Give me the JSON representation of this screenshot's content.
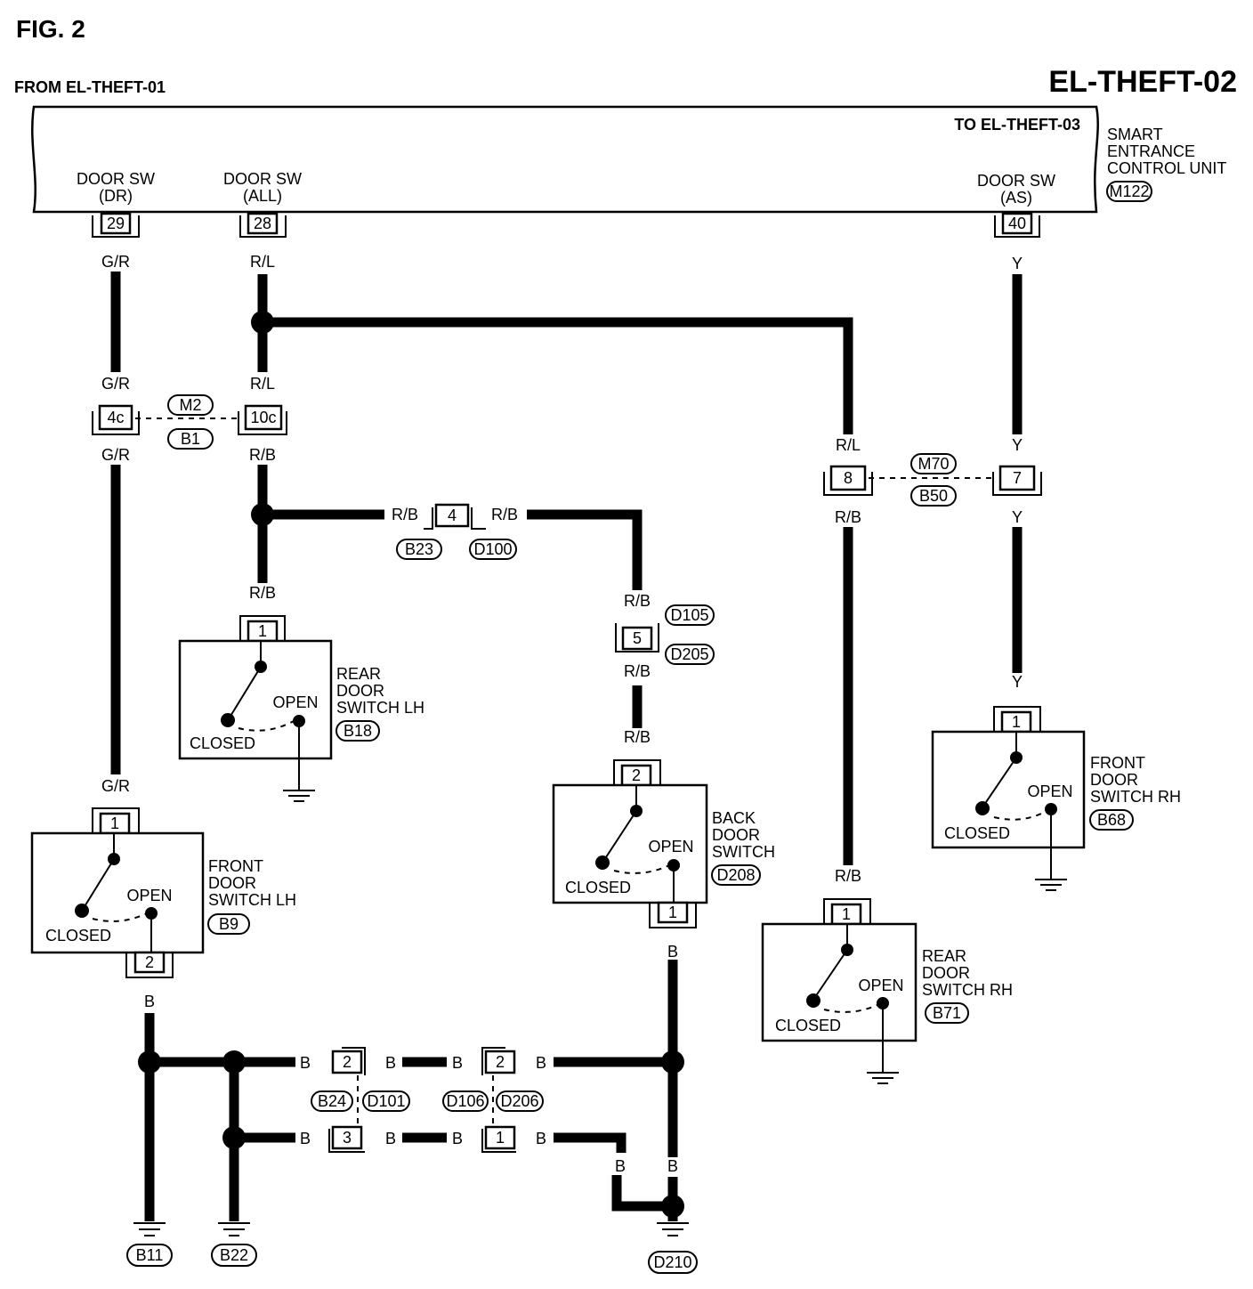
{
  "figure_label": "FIG. 2",
  "page_code": "EL-THEFT-02",
  "from_ref": "FROM EL-THEFT-01",
  "to_ref": "TO EL-THEFT-03",
  "control_unit": {
    "name_lines": [
      "SMART",
      "ENTRANCE",
      "CONTROL UNIT"
    ],
    "connector": "M122",
    "terminals": [
      {
        "label_lines": [
          "DOOR SW",
          "(DR)"
        ],
        "pin": "29"
      },
      {
        "label_lines": [
          "DOOR SW",
          "(ALL)"
        ],
        "pin": "28"
      },
      {
        "label_lines": [
          "DOOR SW",
          "(AS)"
        ],
        "pin": "40"
      }
    ]
  },
  "wire_colors": {
    "gr": "G/R",
    "rl": "R/L",
    "rb": "R/B",
    "y": "Y",
    "b": "B"
  },
  "connectors": {
    "m2": "M2",
    "b1": "B1",
    "pin_4c": "4c",
    "pin_10c": "10c",
    "m70": "M70",
    "b50": "B50",
    "pin_8": "8",
    "pin_7": "7",
    "b23": "B23",
    "d100": "D100",
    "pin_4": "4",
    "d105": "D105",
    "d205": "D205",
    "pin_5": "5",
    "b24": "B24",
    "d101": "D101",
    "d106": "D106",
    "d206": "D206",
    "pin_2": "2",
    "pin_3": "3",
    "pin_1": "1"
  },
  "switches": [
    {
      "name_lines": [
        "REAR",
        "DOOR",
        "SWITCH LH"
      ],
      "connector": "B18",
      "pin": "1"
    },
    {
      "name_lines": [
        "FRONT",
        "DOOR",
        "SWITCH LH"
      ],
      "connector": "B9",
      "pin_top": "1",
      "pin_bottom": "2"
    },
    {
      "name_lines": [
        "BACK",
        "DOOR",
        "SWITCH"
      ],
      "connector": "D208",
      "pin_top": "2",
      "pin_bottom": "1"
    },
    {
      "name_lines": [
        "REAR",
        "DOOR",
        "SWITCH RH"
      ],
      "connector": "B71",
      "pin": "1"
    },
    {
      "name_lines": [
        "FRONT",
        "DOOR",
        "SWITCH RH"
      ],
      "connector": "B68",
      "pin": "1"
    }
  ],
  "switch_states": {
    "open": "OPEN",
    "closed": "CLOSED"
  },
  "grounds": [
    "B11",
    "B22",
    "D210"
  ]
}
